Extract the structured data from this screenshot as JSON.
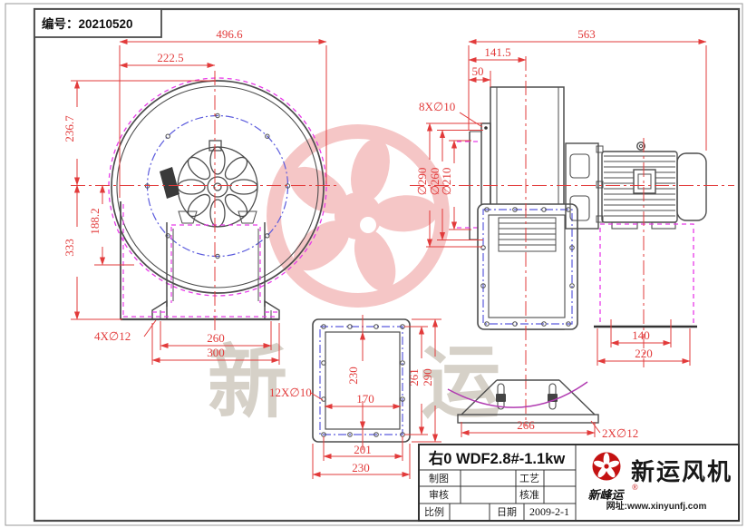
{
  "sheet": {
    "serial": "编号：20210520"
  },
  "watermark": {
    "char1": "新",
    "char2": "运"
  },
  "left_view": {
    "dim_overall_width": "496.6",
    "dim_center_offset": "222.5",
    "dim_top_height": "236.7",
    "dim_axis_height": "188.2",
    "dim_total_height": "333",
    "dim_foot_holes": "4X∅12",
    "dim_foot_span": "260",
    "dim_foot_width": "300"
  },
  "flange_view": {
    "dim_holes": "12X∅10",
    "dim_opening_height": "230",
    "dim_opening_width": "170",
    "dim_bolt_height": "261",
    "dim_outer_height": "290",
    "dim_bolt_width": "201",
    "dim_outer_width": "230"
  },
  "side_view": {
    "dim_overall_length": "563",
    "dim_motor_offset": "141.5",
    "dim_inlet_depth": "50",
    "dim_inlet_holes": "8X∅10",
    "dim_d_outer": "∅290",
    "dim_d_bolt": "∅260",
    "dim_d_inner": "∅210",
    "dim_stand_top": "140",
    "dim_stand_base": "220"
  },
  "saddle_view": {
    "dim_span": "266",
    "dim_holes": "2X∅12"
  },
  "title_block": {
    "model": "右0 WDF2.8#-1.1kw",
    "drafted_label": "制图",
    "checked_label": "审核",
    "scale_label": "比例",
    "process_label": "工艺",
    "approved_label": "核准",
    "date_label": "日期",
    "date_value": "2009-2-1"
  },
  "brand": {
    "name": "新运风机",
    "script": "新峰运",
    "reg": "®",
    "website": "网址:www.xinyunfj.com"
  },
  "colors": {
    "dimension_red": "#e23b3b",
    "outline_gray": "#4d4d4d",
    "magenta": "#e83ae8",
    "bolt_blue": "#5b5bdd",
    "watermark_pink": "#f5c6c6",
    "watermark_gray": "#d6d1c8",
    "logo_red": "#c41212"
  }
}
